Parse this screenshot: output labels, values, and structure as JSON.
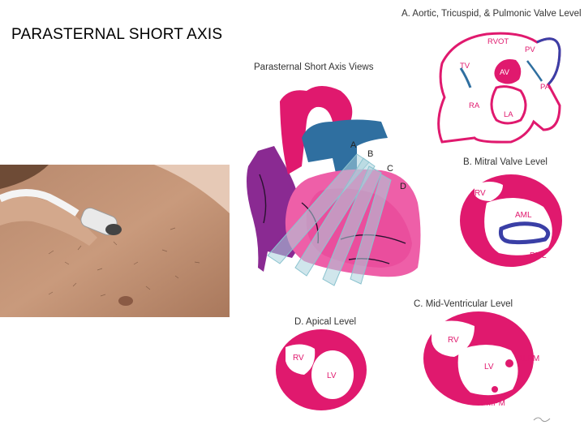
{
  "slide_title": "PARASTERNAL SHORT AXIS",
  "main_view": {
    "title": "Parasternal Short Axis Views",
    "planes": [
      "A",
      "B",
      "C",
      "D"
    ]
  },
  "panel_a": {
    "title": "A. Aortic, Tricuspid, & Pulmonic Valve Level",
    "labels": {
      "rvot": "RVOT",
      "pv": "PV",
      "tv": "TV",
      "av": "AV",
      "pa": "PA",
      "ra": "RA",
      "la": "LA"
    }
  },
  "panel_b": {
    "title": "B. Mitral Valve Level",
    "labels": {
      "rv": "RV",
      "aml": "AML",
      "pml": "PML"
    }
  },
  "panel_c": {
    "title": "C. Mid-Ventricular Level",
    "labels": {
      "rv": "RV",
      "lv": "LV",
      "alpm": "ALPM",
      "pmpm": "PMPM"
    }
  },
  "panel_d": {
    "title": "D. Apical Level",
    "labels": {
      "rv": "RV",
      "lv": "LV"
    }
  },
  "colors": {
    "magenta": "#e0196e",
    "pink": "#ee5fa8",
    "purple": "#8a2a92",
    "blue": "#2f6fa0",
    "navy": "#3a3fa6"
  }
}
